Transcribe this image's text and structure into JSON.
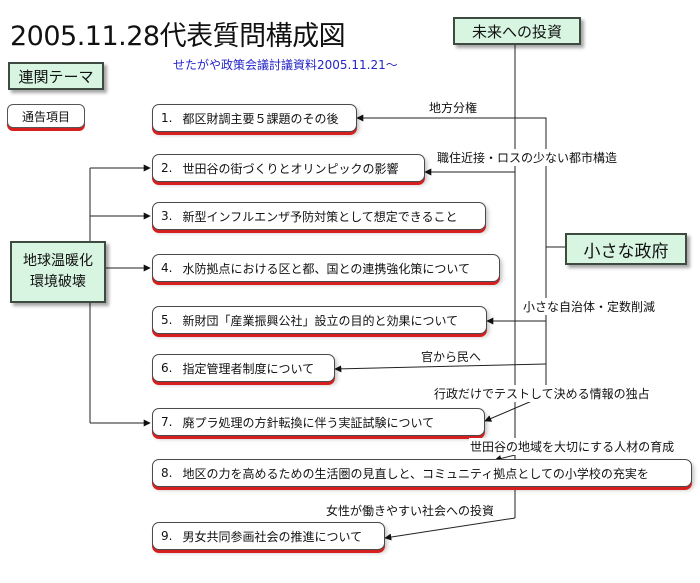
{
  "title": "2005.11.28代表質問構成図",
  "subtitle": "せたがや政策会議討議資料2005.11.21〜",
  "legend": {
    "related_theme": "連関テーマ",
    "notice_item": "通告項目"
  },
  "themes": {
    "future_investment": "未来への投資",
    "small_government": "小さな政府",
    "climate_line1": "地球温暖化",
    "climate_line2": "環境破壊"
  },
  "items": [
    {
      "num": "1.",
      "text": "都区財調主要５課題のその後"
    },
    {
      "num": "2.",
      "text": "世田谷の街づくりとオリンピックの影響"
    },
    {
      "num": "3.",
      "text": "新型インフルエンザ予防対策として想定できること"
    },
    {
      "num": "4.",
      "text": "水防拠点における区と都、国との連携強化策について"
    },
    {
      "num": "5.",
      "text": "新財団「産業振興公社」設立の目的と効果について"
    },
    {
      "num": "6.",
      "text": "指定管理者制度について"
    },
    {
      "num": "7.",
      "text": "廃プラ処理の方針転換に伴う実証試験について"
    },
    {
      "num": "8.",
      "text": "地区の力を高めるための生活圏の見直しと、コミュニティ拠点としての小学校の充実を"
    },
    {
      "num": "9.",
      "text": "男女共同参画社会の推進について"
    }
  ],
  "edge_labels": {
    "decentralization": "地方分権",
    "compact_city": "職住近接・ロスの少ない都市構造",
    "small_municipality": "小さな自治体・定数削減",
    "public_to_private": "官から民へ",
    "info_monopoly": "行政だけでテストして決める情報の独占",
    "human_resources": "世田谷の地域を大切にする人材の育成",
    "women_investment": "女性が働きやすい社会への投資"
  }
}
